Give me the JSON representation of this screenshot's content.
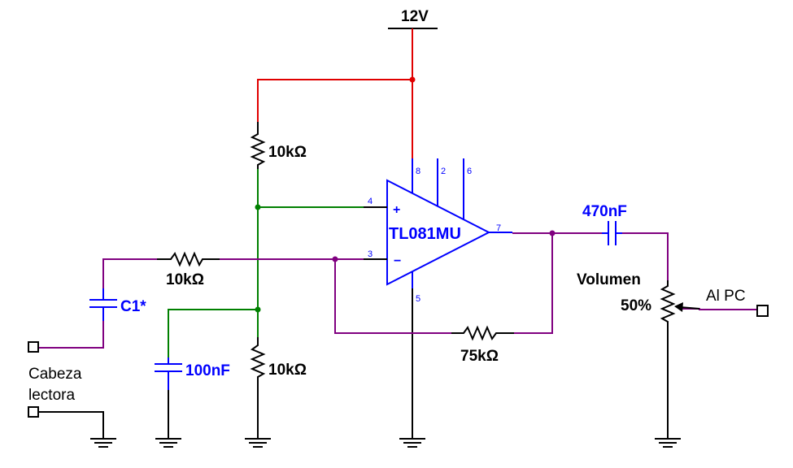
{
  "supply": {
    "label": "12V"
  },
  "opamp": {
    "label": "TL081MU",
    "pin_pos": "4",
    "pin_neg": "3",
    "pin_out": "7",
    "pin_8": "8",
    "pin_2": "2",
    "pin_6": "6",
    "pin_5": "5",
    "plus": "+",
    "minus": "−"
  },
  "components": {
    "r_top": "10kΩ",
    "r_bottom": "10kΩ",
    "r_input": "10kΩ",
    "r_feedback": "75kΩ",
    "c_input": "C1*",
    "c_bias": "100nF",
    "c_output": "470nF",
    "pot_name": "Volumen",
    "pot_setting": "50%"
  },
  "terminals": {
    "input_label_line1": "Cabeza",
    "input_label_line2": "lectora",
    "output_label": "Al PC"
  },
  "colors": {
    "supply_wire": "#e00000",
    "bias_wire": "#008000",
    "signal_wire": "#800080",
    "component": "#0000ff",
    "ground_wire": "#000000"
  }
}
